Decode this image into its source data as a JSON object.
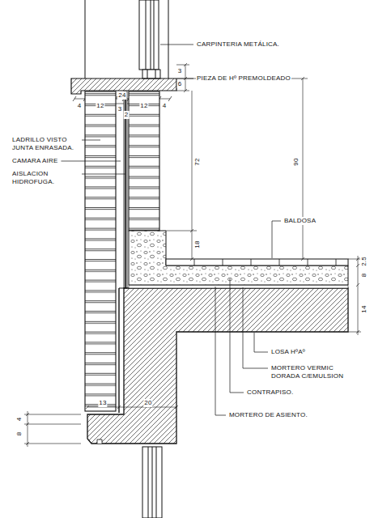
{
  "diagram": {
    "labels": [
      "CARPINTERIA METÁLICA.",
      "PIEZA DE Hº PREMOLDEADO",
      "3",
      "6",
      "4",
      "12",
      "3",
      "2",
      "12",
      "4",
      "24",
      "LADRILLO VISTO JUNTA ENRASADA.",
      "CAMARA AIRE",
      "AISLACION HIDROFUGA.",
      "72",
      "90",
      "18",
      "BALDOSA",
      "2.5",
      "8",
      "14",
      "LOSA HºAº",
      "MORTERO VERMIC DORADA C/EMULSION",
      "CONTRAPISO.",
      "13",
      "20",
      "MORTERO DE ASIENTO.",
      "4",
      "8"
    ]
  }
}
